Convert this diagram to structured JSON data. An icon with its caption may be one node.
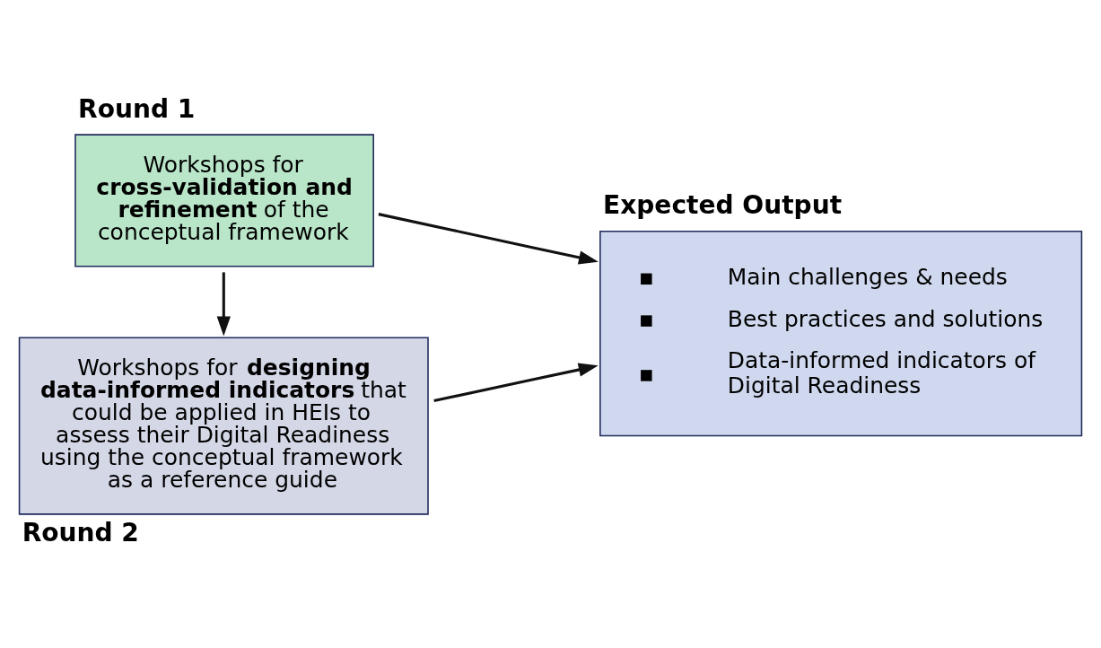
{
  "diagram": {
    "nodes": [
      {
        "text": [
          "Round 1",
          "Workshops for **cross-validation and refinement** of the conceptual framework"
        ]
      },
      {
        "text": [
          "Workshops for **designing data-informed indicators** that could be applied in HEIs to assess their Digital Readiness using the conceptual framework as a reference guide",
          "Round 2"
        ]
      },
      {
        "text": [
          "Expected Output",
          "Main challenges & needs",
          "Best practices and solutions",
          "Data-informed indicators of Digital Readiness"
        ]
      }
    ],
    "edges": [
      {
        "from": 0,
        "to": 1,
        "arrow": "to"
      },
      {
        "from": 0,
        "to": 2,
        "arrow": "to"
      },
      {
        "from": 1,
        "to": 2,
        "arrow": "to"
      }
    ]
  }
}
